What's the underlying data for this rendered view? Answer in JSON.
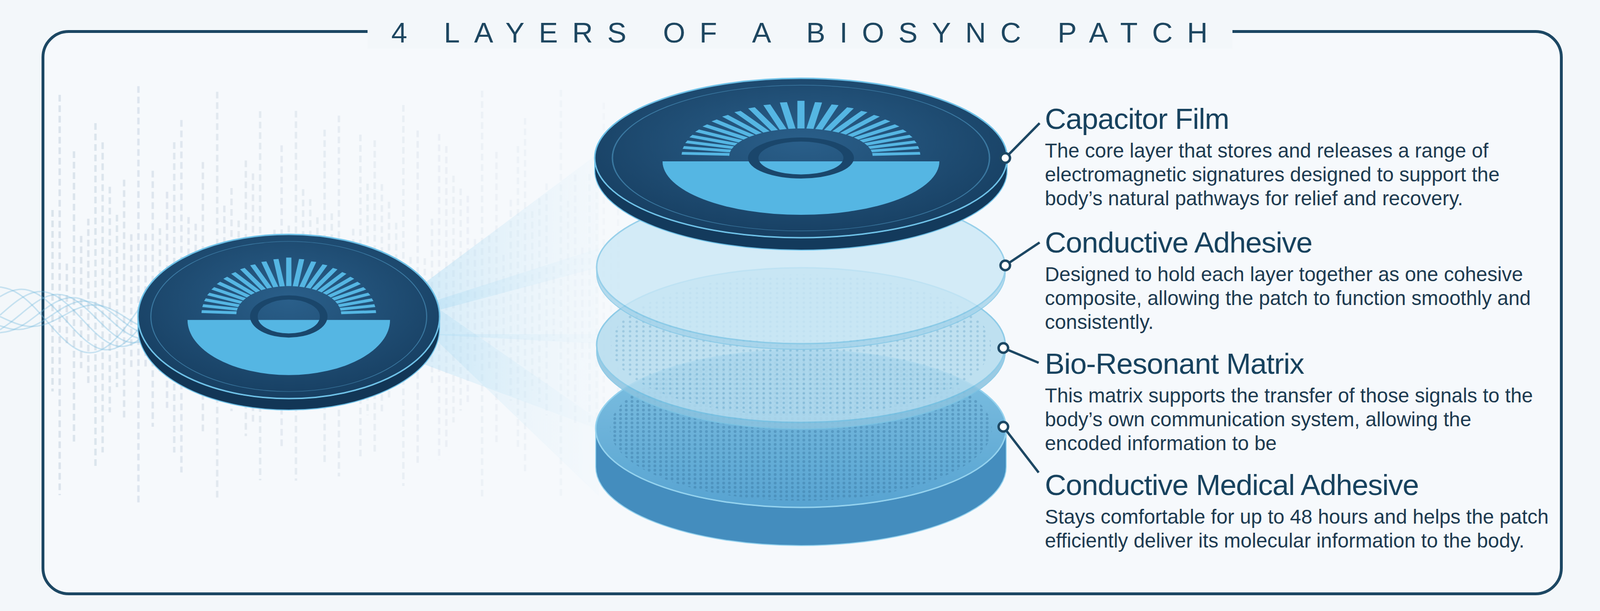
{
  "diagram": {
    "title": "4 LAYERS OF A BIOSYNC PATCH",
    "nodes": [
      {
        "text": [
          "Capacitor Film",
          "The core layer that stores and releases a range of electromagnetic signatures designed to support the body’s natural pathways for relief and recovery."
        ]
      },
      {
        "text": [
          "Conductive Adhesive",
          "Designed to hold each layer together as one cohesive composite, allowing the patch to function smoothly and consistently."
        ]
      },
      {
        "text": [
          "Bio-Resonant Matrix",
          "This matrix supports the transfer of those signals to the body’s own communication system, allowing the encoded information to be"
        ]
      },
      {
        "text": [
          "Conductive Medical Adhesive",
          "Stays comfortable for up to 48 hours and helps the patch efficiently deliver its molecular information to the body."
        ]
      }
    ],
    "edges": []
  }
}
